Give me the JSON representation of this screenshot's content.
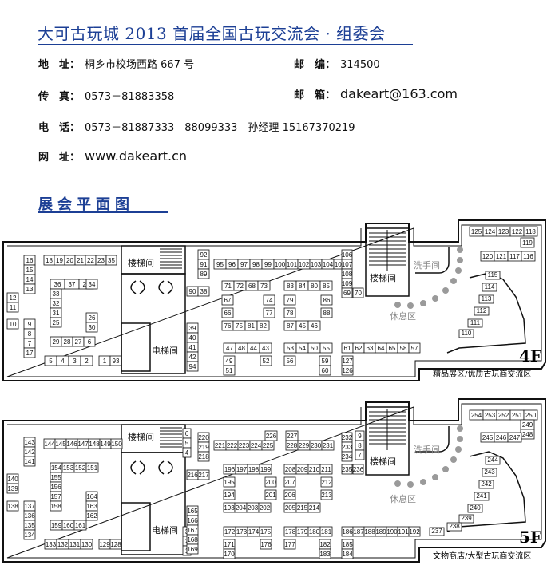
{
  "header": {
    "title": "大可古玩城 2013 首届全国古玩交流会 · 组委会"
  },
  "contact": {
    "address_label": "地　址：",
    "address": "桐乡市校场西路 667 号",
    "postcode_label": "邮　编：",
    "postcode": "314500",
    "fax_label": "传　真：",
    "fax": "0573－81883358",
    "email_label": "邮　箱：",
    "email": "dakeart@163.com",
    "phone_label": "电　话：",
    "phone": "0573－81887333　88099333　孙经理 15167370219",
    "web_label": "网　址：",
    "web": "www.dakeart.cn"
  },
  "plan": {
    "title": "展会平面图",
    "stair_label": "楼梯间",
    "elevator_label": "电梯间",
    "washroom_label": "洗手间",
    "rest_label": "休息区",
    "floor4": {
      "name": "4F",
      "caption": "精品展区/优质古玩商交流区"
    },
    "floor5": {
      "name": "5F",
      "caption": "文物商店/大型古玩商交流区"
    }
  },
  "booths4": [
    {
      "n": "16"
    },
    {
      "n": "15"
    },
    {
      "n": "14"
    },
    {
      "n": "13"
    },
    {
      "n": "12"
    },
    {
      "n": "11"
    },
    {
      "n": "10"
    },
    {
      "n": "9"
    },
    {
      "n": "8"
    },
    {
      "n": "7"
    },
    {
      "n": "17"
    },
    {
      "n": "18"
    },
    {
      "n": "19"
    },
    {
      "n": "20"
    },
    {
      "n": "21"
    },
    {
      "n": "22"
    },
    {
      "n": "23"
    },
    {
      "n": "35"
    },
    {
      "n": "36"
    },
    {
      "n": "37"
    },
    {
      "n": "24"
    },
    {
      "n": "34"
    },
    {
      "n": "33"
    },
    {
      "n": "32"
    },
    {
      "n": "31"
    },
    {
      "n": "25"
    },
    {
      "n": "26"
    },
    {
      "n": "30"
    },
    {
      "n": "29"
    },
    {
      "n": "28"
    },
    {
      "n": "27"
    },
    {
      "n": "6"
    },
    {
      "n": "5"
    },
    {
      "n": "4"
    },
    {
      "n": "3"
    },
    {
      "n": "2"
    },
    {
      "n": "1"
    },
    {
      "n": "93"
    },
    {
      "n": "92"
    },
    {
      "n": "91"
    },
    {
      "n": "89"
    },
    {
      "n": "90"
    },
    {
      "n": "38"
    },
    {
      "n": "39"
    },
    {
      "n": "40"
    },
    {
      "n": "41"
    },
    {
      "n": "42"
    },
    {
      "n": "94"
    },
    {
      "n": "95"
    },
    {
      "n": "96"
    },
    {
      "n": "97"
    },
    {
      "n": "98"
    },
    {
      "n": "99"
    },
    {
      "n": "100"
    },
    {
      "n": "101"
    },
    {
      "n": "102"
    },
    {
      "n": "103"
    },
    {
      "n": "104"
    },
    {
      "n": "105"
    },
    {
      "n": "106"
    },
    {
      "n": "107"
    },
    {
      "n": "108"
    },
    {
      "n": "109"
    },
    {
      "n": "69"
    },
    {
      "n": "70"
    },
    {
      "n": "71"
    },
    {
      "n": "72"
    },
    {
      "n": "68"
    },
    {
      "n": "73"
    },
    {
      "n": "67"
    },
    {
      "n": "74"
    },
    {
      "n": "66"
    },
    {
      "n": "77"
    },
    {
      "n": "76"
    },
    {
      "n": "75"
    },
    {
      "n": "81"
    },
    {
      "n": "82"
    },
    {
      "n": "83"
    },
    {
      "n": "84"
    },
    {
      "n": "80"
    },
    {
      "n": "85"
    },
    {
      "n": "79"
    },
    {
      "n": "86"
    },
    {
      "n": "78"
    },
    {
      "n": "88"
    },
    {
      "n": "87"
    },
    {
      "n": "45"
    },
    {
      "n": "46"
    },
    {
      "n": "47"
    },
    {
      "n": "48"
    },
    {
      "n": "44"
    },
    {
      "n": "43"
    },
    {
      "n": "49"
    },
    {
      "n": "51"
    },
    {
      "n": "52"
    },
    {
      "n": "53"
    },
    {
      "n": "54"
    },
    {
      "n": "50"
    },
    {
      "n": "55"
    },
    {
      "n": "56"
    },
    {
      "n": "59"
    },
    {
      "n": "60"
    },
    {
      "n": "61"
    },
    {
      "n": "62"
    },
    {
      "n": "63"
    },
    {
      "n": "64"
    },
    {
      "n": "65"
    },
    {
      "n": "58"
    },
    {
      "n": "57"
    },
    {
      "n": "127"
    },
    {
      "n": "126"
    },
    {
      "n": "125"
    },
    {
      "n": "124"
    },
    {
      "n": "123"
    },
    {
      "n": "122"
    },
    {
      "n": "118"
    },
    {
      "n": "119"
    },
    {
      "n": "120"
    },
    {
      "n": "121"
    },
    {
      "n": "117"
    },
    {
      "n": "116"
    },
    {
      "n": "115"
    },
    {
      "n": "114"
    },
    {
      "n": "113"
    },
    {
      "n": "112"
    },
    {
      "n": "111"
    },
    {
      "n": "110"
    }
  ],
  "booths5": [
    {
      "n": "143"
    },
    {
      "n": "142"
    },
    {
      "n": "141"
    },
    {
      "n": "140"
    },
    {
      "n": "139"
    },
    {
      "n": "138"
    },
    {
      "n": "137"
    },
    {
      "n": "136"
    },
    {
      "n": "135"
    },
    {
      "n": "134"
    },
    {
      "n": "144"
    },
    {
      "n": "145"
    },
    {
      "n": "146"
    },
    {
      "n": "147"
    },
    {
      "n": "148"
    },
    {
      "n": "149"
    },
    {
      "n": "150"
    },
    {
      "n": "154"
    },
    {
      "n": "153"
    },
    {
      "n": "152"
    },
    {
      "n": "151"
    },
    {
      "n": "155"
    },
    {
      "n": "156"
    },
    {
      "n": "157"
    },
    {
      "n": "158"
    },
    {
      "n": "164"
    },
    {
      "n": "163"
    },
    {
      "n": "162"
    },
    {
      "n": "159"
    },
    {
      "n": "160"
    },
    {
      "n": "161"
    },
    {
      "n": "133"
    },
    {
      "n": "132"
    },
    {
      "n": "131"
    },
    {
      "n": "130"
    },
    {
      "n": "129"
    },
    {
      "n": "128"
    },
    {
      "n": "6"
    },
    {
      "n": "5"
    },
    {
      "n": "4"
    },
    {
      "n": "3"
    },
    {
      "n": "2"
    },
    {
      "n": "1"
    },
    {
      "n": "220"
    },
    {
      "n": "219"
    },
    {
      "n": "218"
    },
    {
      "n": "216"
    },
    {
      "n": "217"
    },
    {
      "n": "165"
    },
    {
      "n": "166"
    },
    {
      "n": "167"
    },
    {
      "n": "168"
    },
    {
      "n": "169"
    },
    {
      "n": "221"
    },
    {
      "n": "222"
    },
    {
      "n": "223"
    },
    {
      "n": "224"
    },
    {
      "n": "225"
    },
    {
      "n": "226"
    },
    {
      "n": "227"
    },
    {
      "n": "228"
    },
    {
      "n": "229"
    },
    {
      "n": "230"
    },
    {
      "n": "231"
    },
    {
      "n": "232"
    },
    {
      "n": "233"
    },
    {
      "n": "234"
    },
    {
      "n": "235"
    },
    {
      "n": "236"
    },
    {
      "n": "9"
    },
    {
      "n": "8"
    },
    {
      "n": "7"
    },
    {
      "n": "196"
    },
    {
      "n": "197"
    },
    {
      "n": "198"
    },
    {
      "n": "199"
    },
    {
      "n": "195"
    },
    {
      "n": "200"
    },
    {
      "n": "194"
    },
    {
      "n": "201"
    },
    {
      "n": "193"
    },
    {
      "n": "204"
    },
    {
      "n": "203"
    },
    {
      "n": "202"
    },
    {
      "n": "208"
    },
    {
      "n": "209"
    },
    {
      "n": "210"
    },
    {
      "n": "211"
    },
    {
      "n": "207"
    },
    {
      "n": "212"
    },
    {
      "n": "206"
    },
    {
      "n": "213"
    },
    {
      "n": "205"
    },
    {
      "n": "215"
    },
    {
      "n": "214"
    },
    {
      "n": "172"
    },
    {
      "n": "173"
    },
    {
      "n": "174"
    },
    {
      "n": "175"
    },
    {
      "n": "171"
    },
    {
      "n": "170"
    },
    {
      "n": "176"
    },
    {
      "n": "178"
    },
    {
      "n": "179"
    },
    {
      "n": "180"
    },
    {
      "n": "181"
    },
    {
      "n": "177"
    },
    {
      "n": "182"
    },
    {
      "n": "183"
    },
    {
      "n": "186"
    },
    {
      "n": "187"
    },
    {
      "n": "188"
    },
    {
      "n": "189"
    },
    {
      "n": "190"
    },
    {
      "n": "191"
    },
    {
      "n": "192"
    },
    {
      "n": "185"
    },
    {
      "n": "184"
    },
    {
      "n": "254"
    },
    {
      "n": "253"
    },
    {
      "n": "252"
    },
    {
      "n": "251"
    },
    {
      "n": "250"
    },
    {
      "n": "249"
    },
    {
      "n": "248"
    },
    {
      "n": "245"
    },
    {
      "n": "246"
    },
    {
      "n": "247"
    },
    {
      "n": "244"
    },
    {
      "n": "243"
    },
    {
      "n": "242"
    },
    {
      "n": "241"
    },
    {
      "n": "240"
    },
    {
      "n": "239"
    },
    {
      "n": "238"
    },
    {
      "n": "237"
    }
  ]
}
